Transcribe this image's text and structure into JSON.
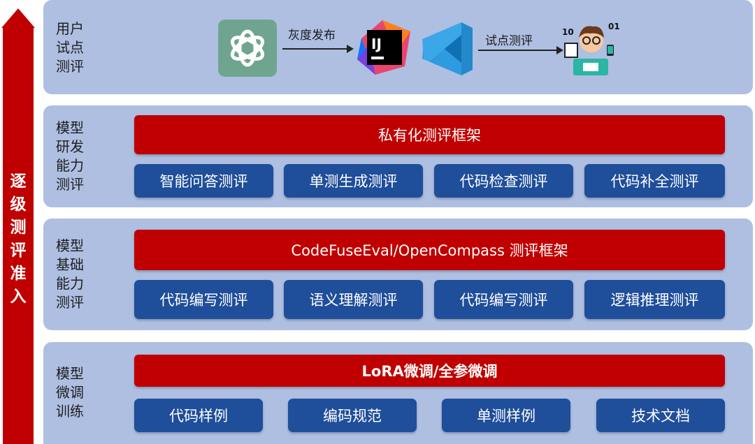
{
  "side_arrow": {
    "label_chars": [
      "逐",
      "级",
      "测",
      "评",
      "准",
      "入"
    ]
  },
  "layers": {
    "user_trial": {
      "title_lines": [
        "用户",
        "试点",
        "测评"
      ],
      "flow": {
        "step1_label": "灰度发布",
        "step2_label": "试点测评",
        "code_text": "01",
        "code_text2": "10"
      }
    },
    "model_dev": {
      "title_lines": [
        "模型",
        "研发",
        "能力",
        "测评"
      ],
      "bar": "私有化测评框架",
      "buttons": [
        "智能问答测评",
        "单测生成测评",
        "代码检查测评",
        "代码补全测评"
      ]
    },
    "model_base": {
      "title_lines": [
        "模型",
        "基础",
        "能力",
        "测评"
      ],
      "bar": "CodeFuseEval/OpenCompass 测评框架",
      "buttons": [
        "代码编写测评",
        "语义理解测评",
        "代码编写测评",
        "逻辑推理测评"
      ]
    },
    "model_tune": {
      "title_lines": [
        "模型",
        "微调",
        "训练"
      ],
      "bar": "LoRA微调/全参微调",
      "buttons": [
        "代码样例",
        "编码规范",
        "单测样例",
        "技术文档"
      ]
    }
  },
  "colors": {
    "red": "#c00000",
    "blue": "#1f4e9a",
    "panel": "#aebfe2"
  },
  "icons": [
    "openai-icon",
    "intellij-icon",
    "vscode-icon",
    "developer-icon"
  ]
}
